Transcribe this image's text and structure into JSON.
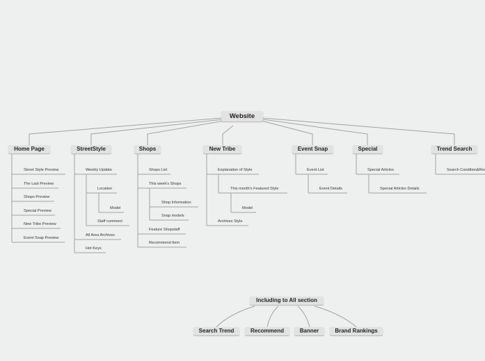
{
  "root": "Website",
  "branches": {
    "home": {
      "label": "Home Page",
      "children": [
        "Street Style Preview",
        "The Last Preview",
        "Shops Preview",
        "Special Preview",
        "New Tribe Preview",
        "Event Snap Preview"
      ]
    },
    "streetstyle": {
      "label": "StreetStyle",
      "weekly": "Weekly Update",
      "location": "Location",
      "model": "Model",
      "staff": "Staff comment",
      "archives": "All Area Archives",
      "hotkeys": "Hot Keys"
    },
    "shops": {
      "label": "Shops",
      "list": "Shops List",
      "week": "This week's Shops",
      "info": "Shop Information",
      "snap": "Snap models",
      "feature": "Feature Shopstaff",
      "recommend": "Recommend Item"
    },
    "newtribe": {
      "label": "New Tribe",
      "explanation": "Explanation of Style",
      "featured": "This month's Featured Style",
      "model": "Model",
      "archives": "Archives Style"
    },
    "eventsnap": {
      "label": "Event Snap",
      "list": "Event List",
      "details": "Event Details"
    },
    "special": {
      "label": "Special",
      "articles": "Special Articles",
      "details": "Special Articles Details"
    },
    "trend": {
      "label": "Trend Search",
      "conditions": "Search Condition&Result"
    }
  },
  "all_section": {
    "label": "Including to All section",
    "items": [
      "Search Trend",
      "Recommend",
      "Banner",
      "Brand Rankings"
    ]
  }
}
